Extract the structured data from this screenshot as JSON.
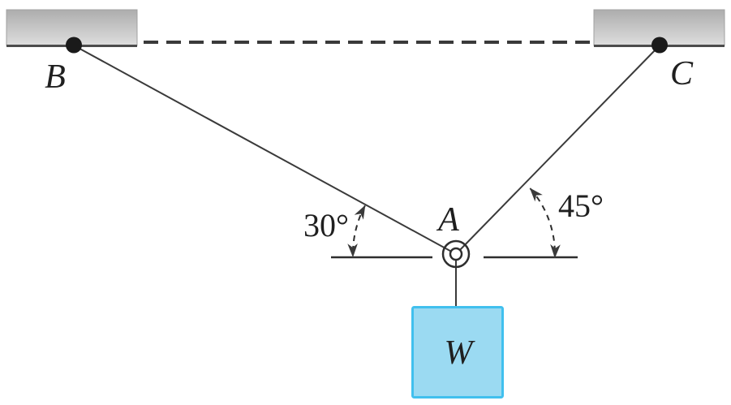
{
  "figure": {
    "labels": {
      "anchor_left": "B",
      "anchor_right": "C",
      "junction": "A",
      "weight": "W",
      "angle_left": "30°",
      "angle_right": "45°"
    },
    "colors": {
      "background": "#ffffff",
      "line": "#3a3a3a",
      "text": "#1f1f1f",
      "support_gradient_top": "#adadad",
      "support_gradient_bottom": "#dedede",
      "support_edge": "#4c4c4c",
      "anchor_dot": "#1a1a1a",
      "weight_fill": "#9bdaf2",
      "weight_border": "#41c0ee"
    }
  }
}
